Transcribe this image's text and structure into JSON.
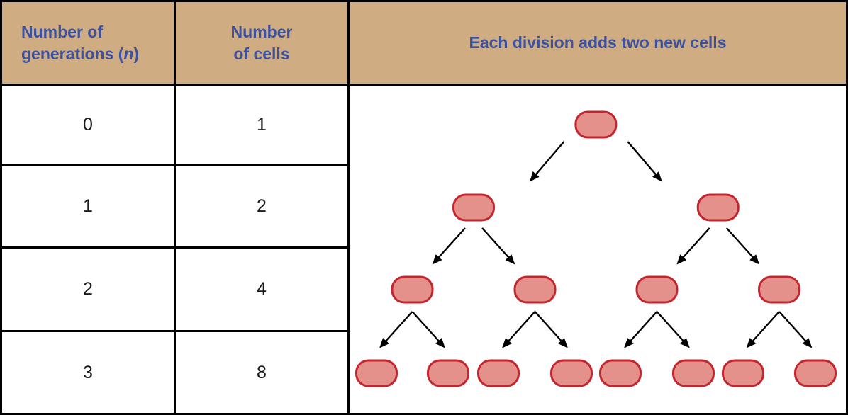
{
  "table": {
    "header": {
      "col1_line1": "Number of",
      "col1_line2_prefix": "generations (",
      "col1_line2_var": "n",
      "col1_line2_suffix": ")",
      "col2_line1": "Number",
      "col2_line2": "of cells"
    },
    "rows": [
      {
        "n": "0",
        "cells": "1"
      },
      {
        "n": "1",
        "cells": "2"
      },
      {
        "n": "2",
        "cells": "4"
      },
      {
        "n": "3",
        "cells": "8"
      }
    ]
  },
  "diagram": {
    "title": "Each division adds two new cells",
    "levels": [
      {
        "generation": 0,
        "cell_count": 1
      },
      {
        "generation": 1,
        "cell_count": 2
      },
      {
        "generation": 2,
        "cell_count": 4
      },
      {
        "generation": 3,
        "cell_count": 8
      }
    ]
  },
  "colors": {
    "header_bg": "#cfac82",
    "header_text": "#3b51a2",
    "grid_line": "#000000",
    "cell_fill": "#e5918b",
    "cell_border": "#c4262f",
    "arrow": "#000000"
  }
}
